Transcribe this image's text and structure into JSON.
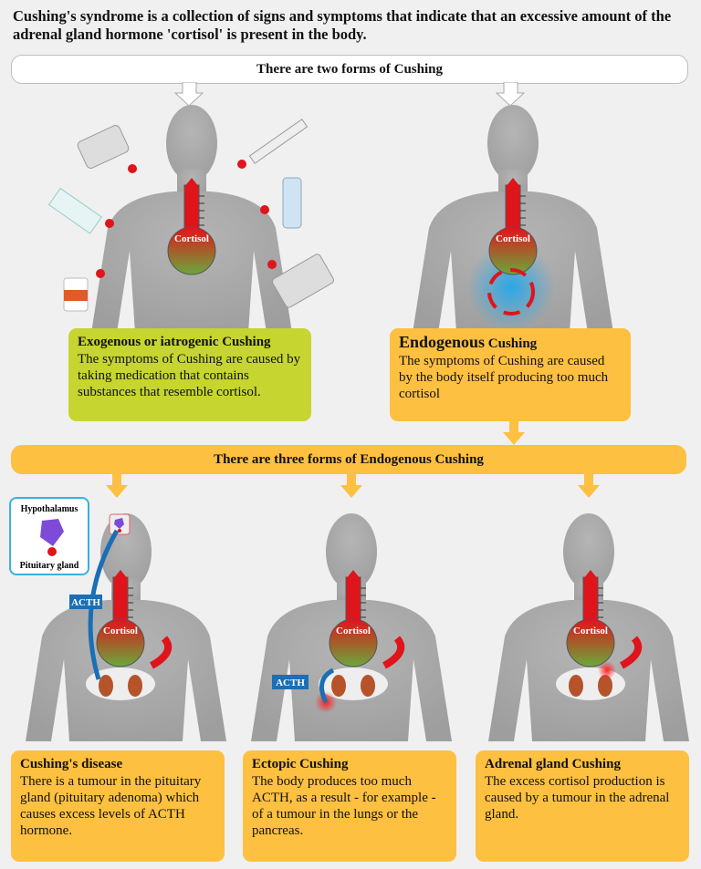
{
  "intro": "Cushing's syndrome is a collection of signs and symptoms that indicate that an excessive amount of the adrenal gland hormone 'cortisol' is present in the body.",
  "two_forms_label": "There are two forms of Cushing",
  "three_forms_label": "There are three forms of Endogenous Cushing",
  "cortisol_label": "Cortisol",
  "acth_label": "ACTH",
  "inset": {
    "top": "Hypothalamus",
    "bottom": "Pituitary gland"
  },
  "exogenous": {
    "title": "Exogenous or iatrogenic Cushing",
    "text": "The symptoms of Cushing are caused by taking medication that contains substances that resemble cortisol."
  },
  "endogenous": {
    "title_big": "Endogenous",
    "title_small": "Cushing",
    "text": "The symptoms of Cushing are caused by the body itself producing too much cortisol"
  },
  "forms": [
    {
      "title": "Cushing's disease",
      "text": "There is a tumour in the pituitary gland (pituitary adenoma) which causes excess levels of ACTH hormone."
    },
    {
      "title": "Ectopic Cushing",
      "text": "The body produces too much ACTH, as a result - for example - of a tumour in the lungs or the pancreas."
    },
    {
      "title": "Adrenal gland Cushing",
      "text": "The excess cortisol production is caused by a tumour in the adrenal gland."
    }
  ],
  "colors": {
    "green": "#c6d530",
    "orange": "#fdc040",
    "silhouette": "#a9a9a9",
    "red": "#e0141b",
    "blue": "#1a6fb5"
  }
}
